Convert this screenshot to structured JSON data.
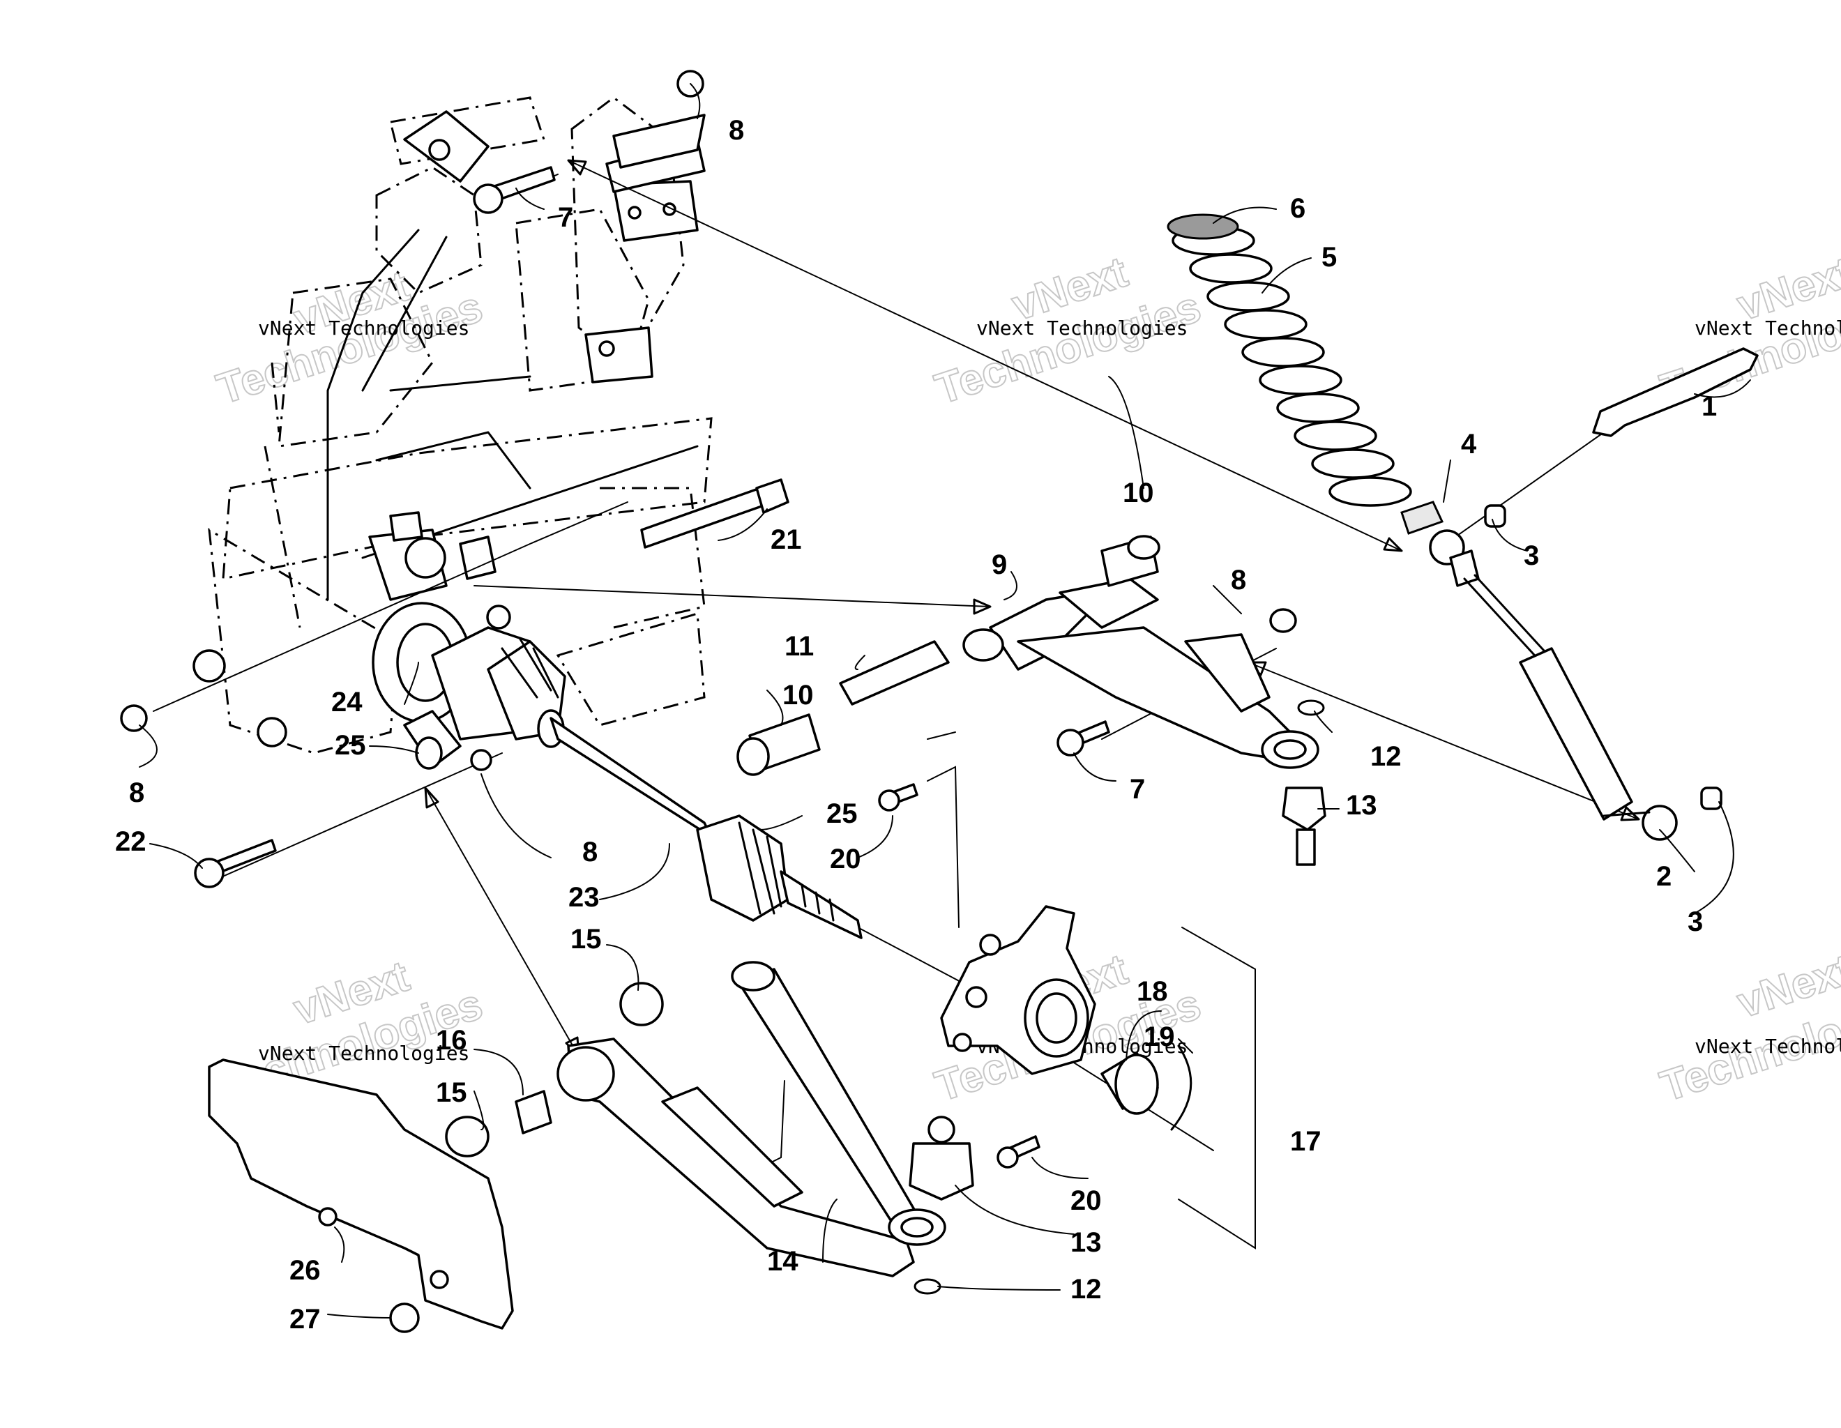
{
  "callouts": [
    {
      "id": "c1",
      "text": "1"
    },
    {
      "id": "c2",
      "text": "2"
    },
    {
      "id": "c3a",
      "text": "3"
    },
    {
      "id": "c3b",
      "text": "3"
    },
    {
      "id": "c4",
      "text": "4"
    },
    {
      "id": "c5",
      "text": "5"
    },
    {
      "id": "c6",
      "text": "6"
    },
    {
      "id": "c7a",
      "text": "7"
    },
    {
      "id": "c7b",
      "text": "7"
    },
    {
      "id": "c8a",
      "text": "8"
    },
    {
      "id": "c8b",
      "text": "8"
    },
    {
      "id": "c8c",
      "text": "8"
    },
    {
      "id": "c8d",
      "text": "8"
    },
    {
      "id": "c9",
      "text": "9"
    },
    {
      "id": "c10a",
      "text": "10"
    },
    {
      "id": "c10b",
      "text": "10"
    },
    {
      "id": "c11",
      "text": "11"
    },
    {
      "id": "c12a",
      "text": "12"
    },
    {
      "id": "c12b",
      "text": "12"
    },
    {
      "id": "c13a",
      "text": "13"
    },
    {
      "id": "c13b",
      "text": "13"
    },
    {
      "id": "c14",
      "text": "14"
    },
    {
      "id": "c15a",
      "text": "15"
    },
    {
      "id": "c15b",
      "text": "15"
    },
    {
      "id": "c16",
      "text": "16"
    },
    {
      "id": "c17",
      "text": "17"
    },
    {
      "id": "c18",
      "text": "18"
    },
    {
      "id": "c19",
      "text": "19"
    },
    {
      "id": "c20a",
      "text": "20"
    },
    {
      "id": "c20b",
      "text": "20"
    },
    {
      "id": "c21",
      "text": "21"
    },
    {
      "id": "c22",
      "text": "22"
    },
    {
      "id": "c23",
      "text": "23"
    },
    {
      "id": "c24",
      "text": "24"
    },
    {
      "id": "c25a",
      "text": "25"
    },
    {
      "id": "c25b",
      "text": "25"
    },
    {
      "id": "c26",
      "text": "26"
    },
    {
      "id": "c27",
      "text": "27"
    }
  ],
  "watermark": {
    "line1": "vNext Technologies",
    "line2": "Technologies",
    "line3": "vNext"
  }
}
